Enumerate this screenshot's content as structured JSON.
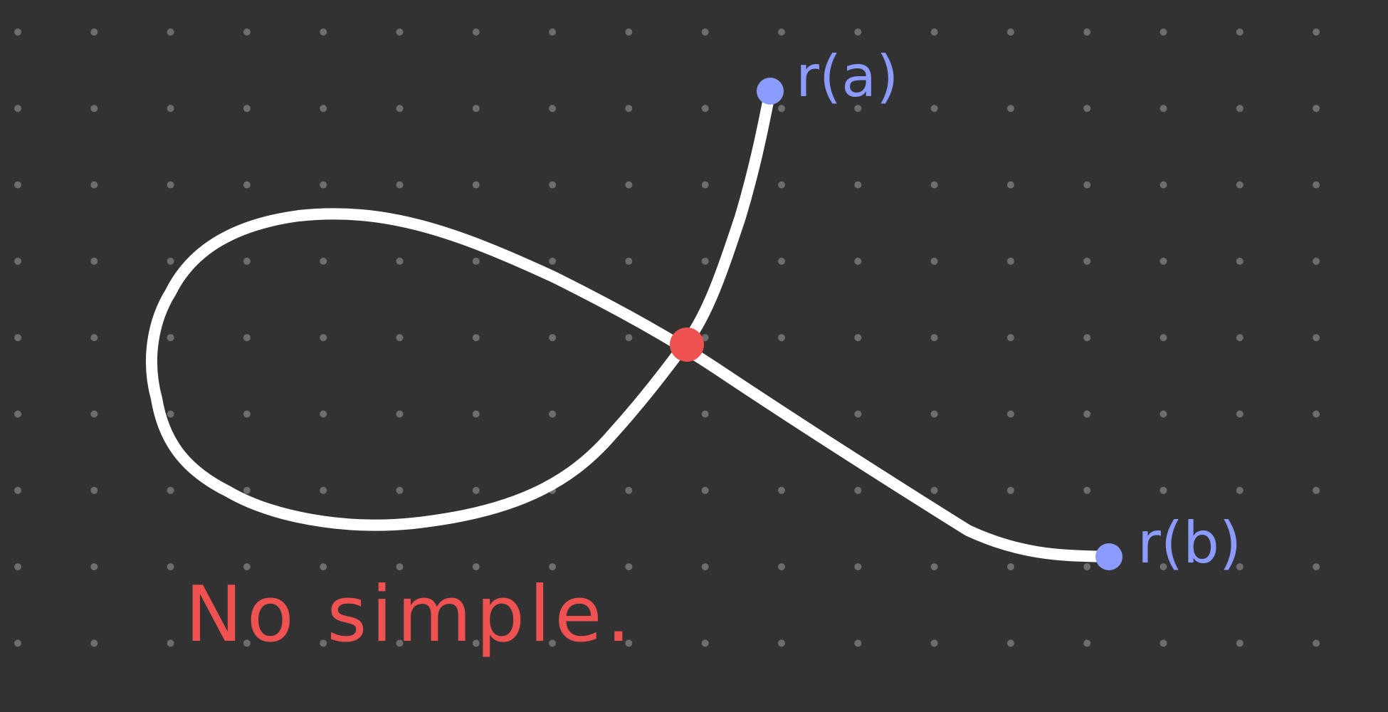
{
  "colors": {
    "background": "#323232",
    "grid_dot": "#6e6e6e",
    "curve": "#ffffff",
    "endpoint": "#8b9bff",
    "crossing": "#f05252",
    "note": "#f05252"
  },
  "labels": {
    "start": "r(a)",
    "end": "r(b)",
    "note": "No simple."
  },
  "icons": {
    "start_point": "endpoint-dot",
    "end_point": "endpoint-dot",
    "crossing_point": "self-intersection-dot"
  }
}
